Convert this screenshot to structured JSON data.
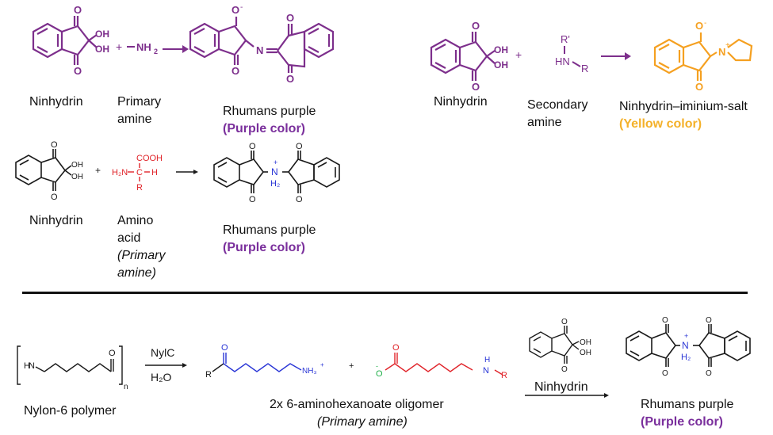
{
  "colors": {
    "purple_structure": "#7d2f8c",
    "purple_text": "#7a2f9c",
    "yellow_text": "#f4b12a",
    "orange_structure": "#f5a020",
    "red": "#e0242a",
    "blue": "#2a36d6",
    "green": "#22b04a",
    "black": "#1a1a1a"
  },
  "reaction1": {
    "reactant1_label": "Ninhydrin",
    "reactant2_label_line1": "Primary",
    "reactant2_label_line2": "amine",
    "product_label": "Rhumans purple",
    "product_color_label": "(Purple color)",
    "group_OH": "OH",
    "group_NH2": "NH",
    "sub2": "2",
    "atom_O": "O",
    "atom_N": "N",
    "minus": "-",
    "plus": "+"
  },
  "reaction2": {
    "reactant1_label": "Ninhydrin",
    "reactant2_label_line1": "Secondary",
    "reactant2_label_line2": "amine",
    "product_label": "Ninhydrin–iminium-salt",
    "product_color_label": "(Yellow color)",
    "group_R_prime": "R'",
    "group_HN": "HN",
    "group_R": "R",
    "atom_N_plus": "N",
    "charge_plus": "+"
  },
  "reaction3": {
    "reactant1_label": "Ninhydrin",
    "reactant2_label_line1": "Amino",
    "reactant2_label_line2": "acid",
    "reactant2_note_line1": "(Primary",
    "reactant2_note_line2": "amine)",
    "product_label": "Rhumans purple",
    "product_color_label": "(Purple color)",
    "group_COOH": "COOH",
    "group_H2N": "H₂N",
    "group_C": "C",
    "group_H": "H",
    "group_R": "R",
    "group_N": "N",
    "group_H2": "H₂"
  },
  "reaction4": {
    "polymer_label": "Nylon-6 polymer",
    "reagent_top": "NylC",
    "reagent_bottom": "H₂O",
    "polymer_subscript": "n",
    "oligomer_label": "2x 6-aminohexanoate oligomer",
    "oligomer_note": "(Primary amine)",
    "reagent_arrow_label": "Ninhydrin",
    "product_label": "Rhumans purple",
    "product_color_label": "(Purple color)",
    "group_NH3": "NH₃",
    "group_R": "R",
    "group_H": "H",
    "group_N": "N"
  }
}
